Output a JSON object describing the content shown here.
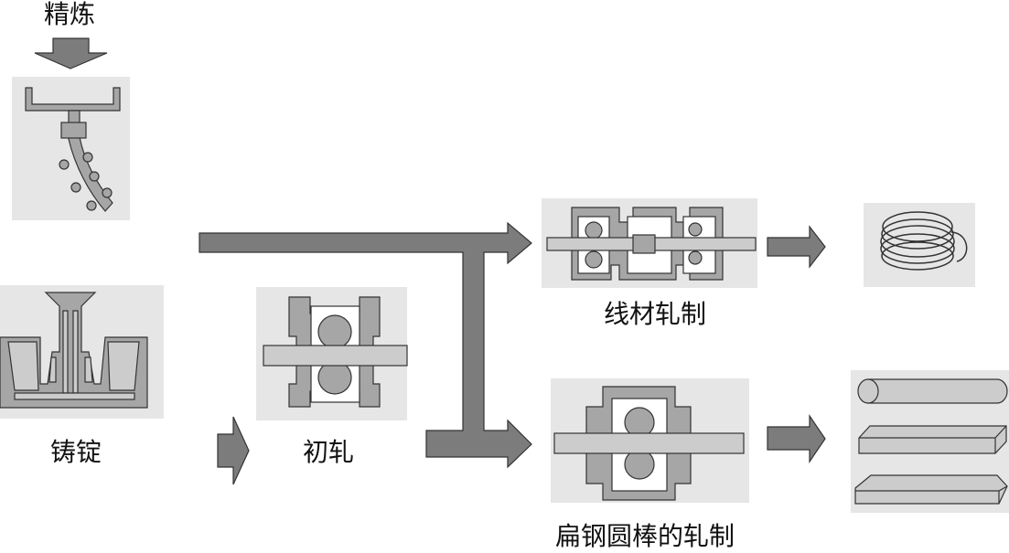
{
  "labels": {
    "refining": "精炼",
    "ingot_casting": "铸锭",
    "rough_rolling": "初轧",
    "wire_rolling": "线材轧制",
    "flat_round_rolling": "扁钢圆棒的轧制"
  },
  "colors": {
    "panel_bg": "#e6e6e6",
    "metal": "#a6a6a6",
    "metal_light": "#cccccc",
    "arrow": "#7c7c7c",
    "outline": "#333333",
    "stand_inner": "#ffffff"
  },
  "icons": {
    "continuous_caster": "continuous-caster-icon",
    "ingot_mold": "ingot-mold-icon",
    "roughing_mill": "roughing-mill-icon",
    "wire_mill": "wire-mill-icon",
    "bar_mill": "bar-mill-icon",
    "wire_coil": "wire-coil-icon",
    "round_bar": "round-bar-icon",
    "flat_bar": "flat-bar-icon"
  }
}
